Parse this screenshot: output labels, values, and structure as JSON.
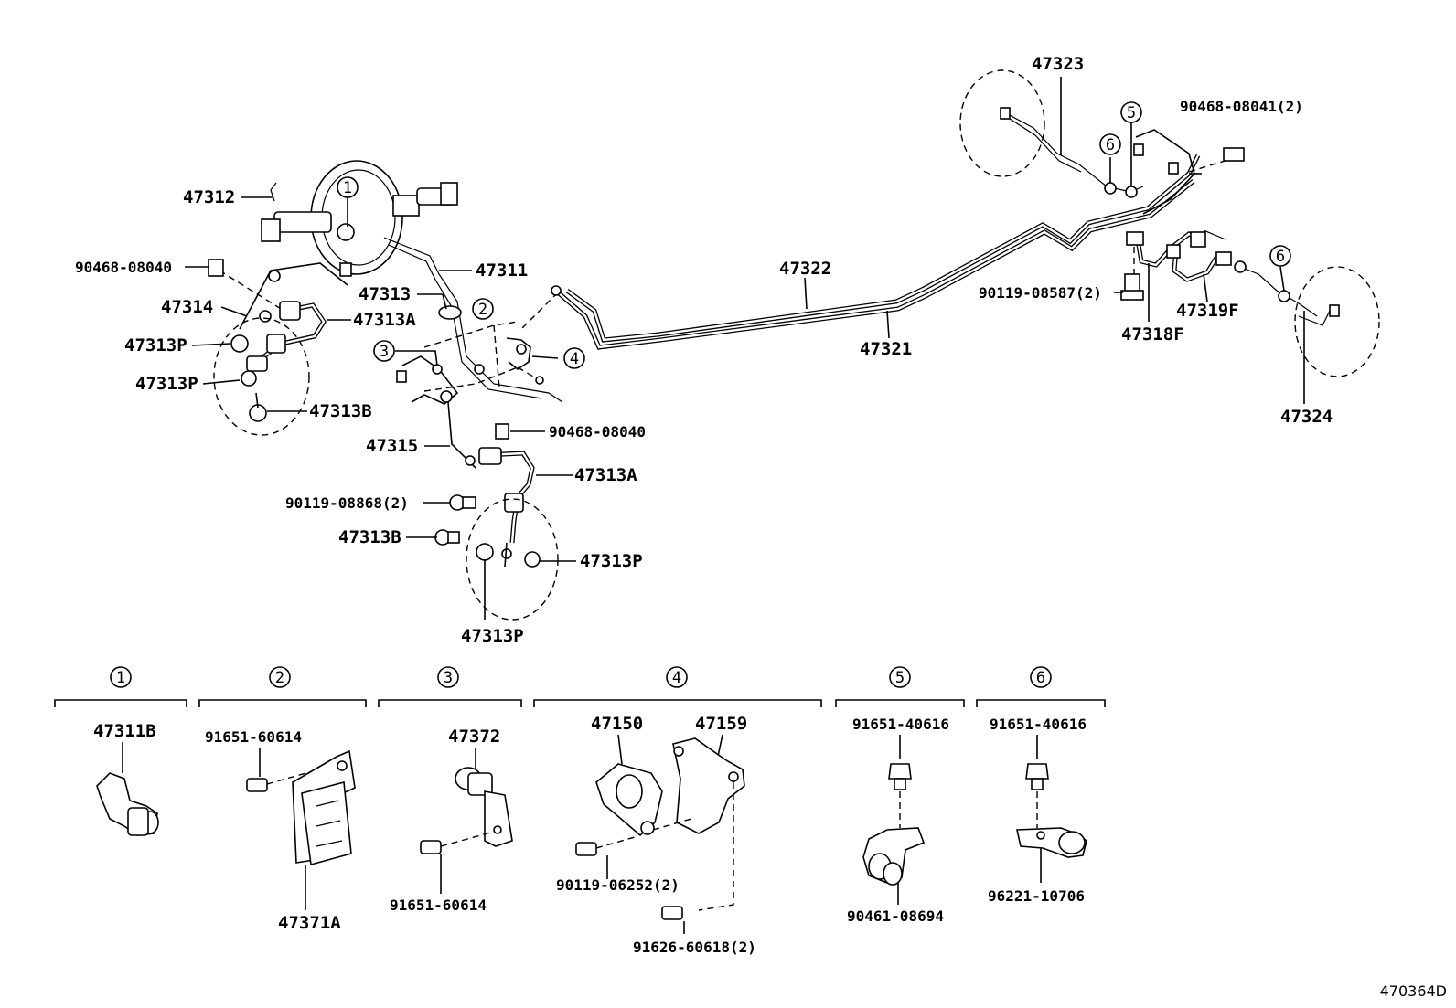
{
  "diagram_code": "470364D",
  "labels": {
    "l47312": "47312",
    "l90468_08040_a": "90468-08040",
    "l47314": "47314",
    "l47313A_a": "47313A",
    "l47313P_a": "47313P",
    "l47313P_b": "47313P",
    "l47313B_a": "47313B",
    "l47311": "47311",
    "l47313": "47313",
    "l47315": "47315",
    "l90468_08040_b": "90468-08040",
    "l47313A_b": "47313A",
    "l90119_08868": "90119-08868(2)",
    "l47313B_b": "47313B",
    "l47313P_c": "47313P",
    "l47313P_d": "47313P",
    "l47322": "47322",
    "l47321": "47321",
    "l47323": "47323",
    "l90468_08041": "90468-08041(2)",
    "l90119_08587": "90119-08587(2)",
    "l47319F": "47319F",
    "l47318F": "47318F",
    "l47324": "47324"
  },
  "callouts": [
    "1",
    "2",
    "3",
    "4",
    "5",
    "6"
  ],
  "detail_groups": [
    {
      "number": "1",
      "parts": [
        "47311B"
      ]
    },
    {
      "number": "2",
      "parts": [
        "91651-60614",
        "47371A"
      ]
    },
    {
      "number": "3",
      "parts": [
        "47372",
        "91651-60614"
      ]
    },
    {
      "number": "4",
      "parts": [
        "47150",
        "47159",
        "90119-06252(2)",
        "91626-60618(2)"
      ]
    },
    {
      "number": "5",
      "parts": [
        "91651-40616",
        "90461-08694"
      ]
    },
    {
      "number": "6",
      "parts": [
        "91651-40616",
        "96221-10706"
      ]
    }
  ]
}
